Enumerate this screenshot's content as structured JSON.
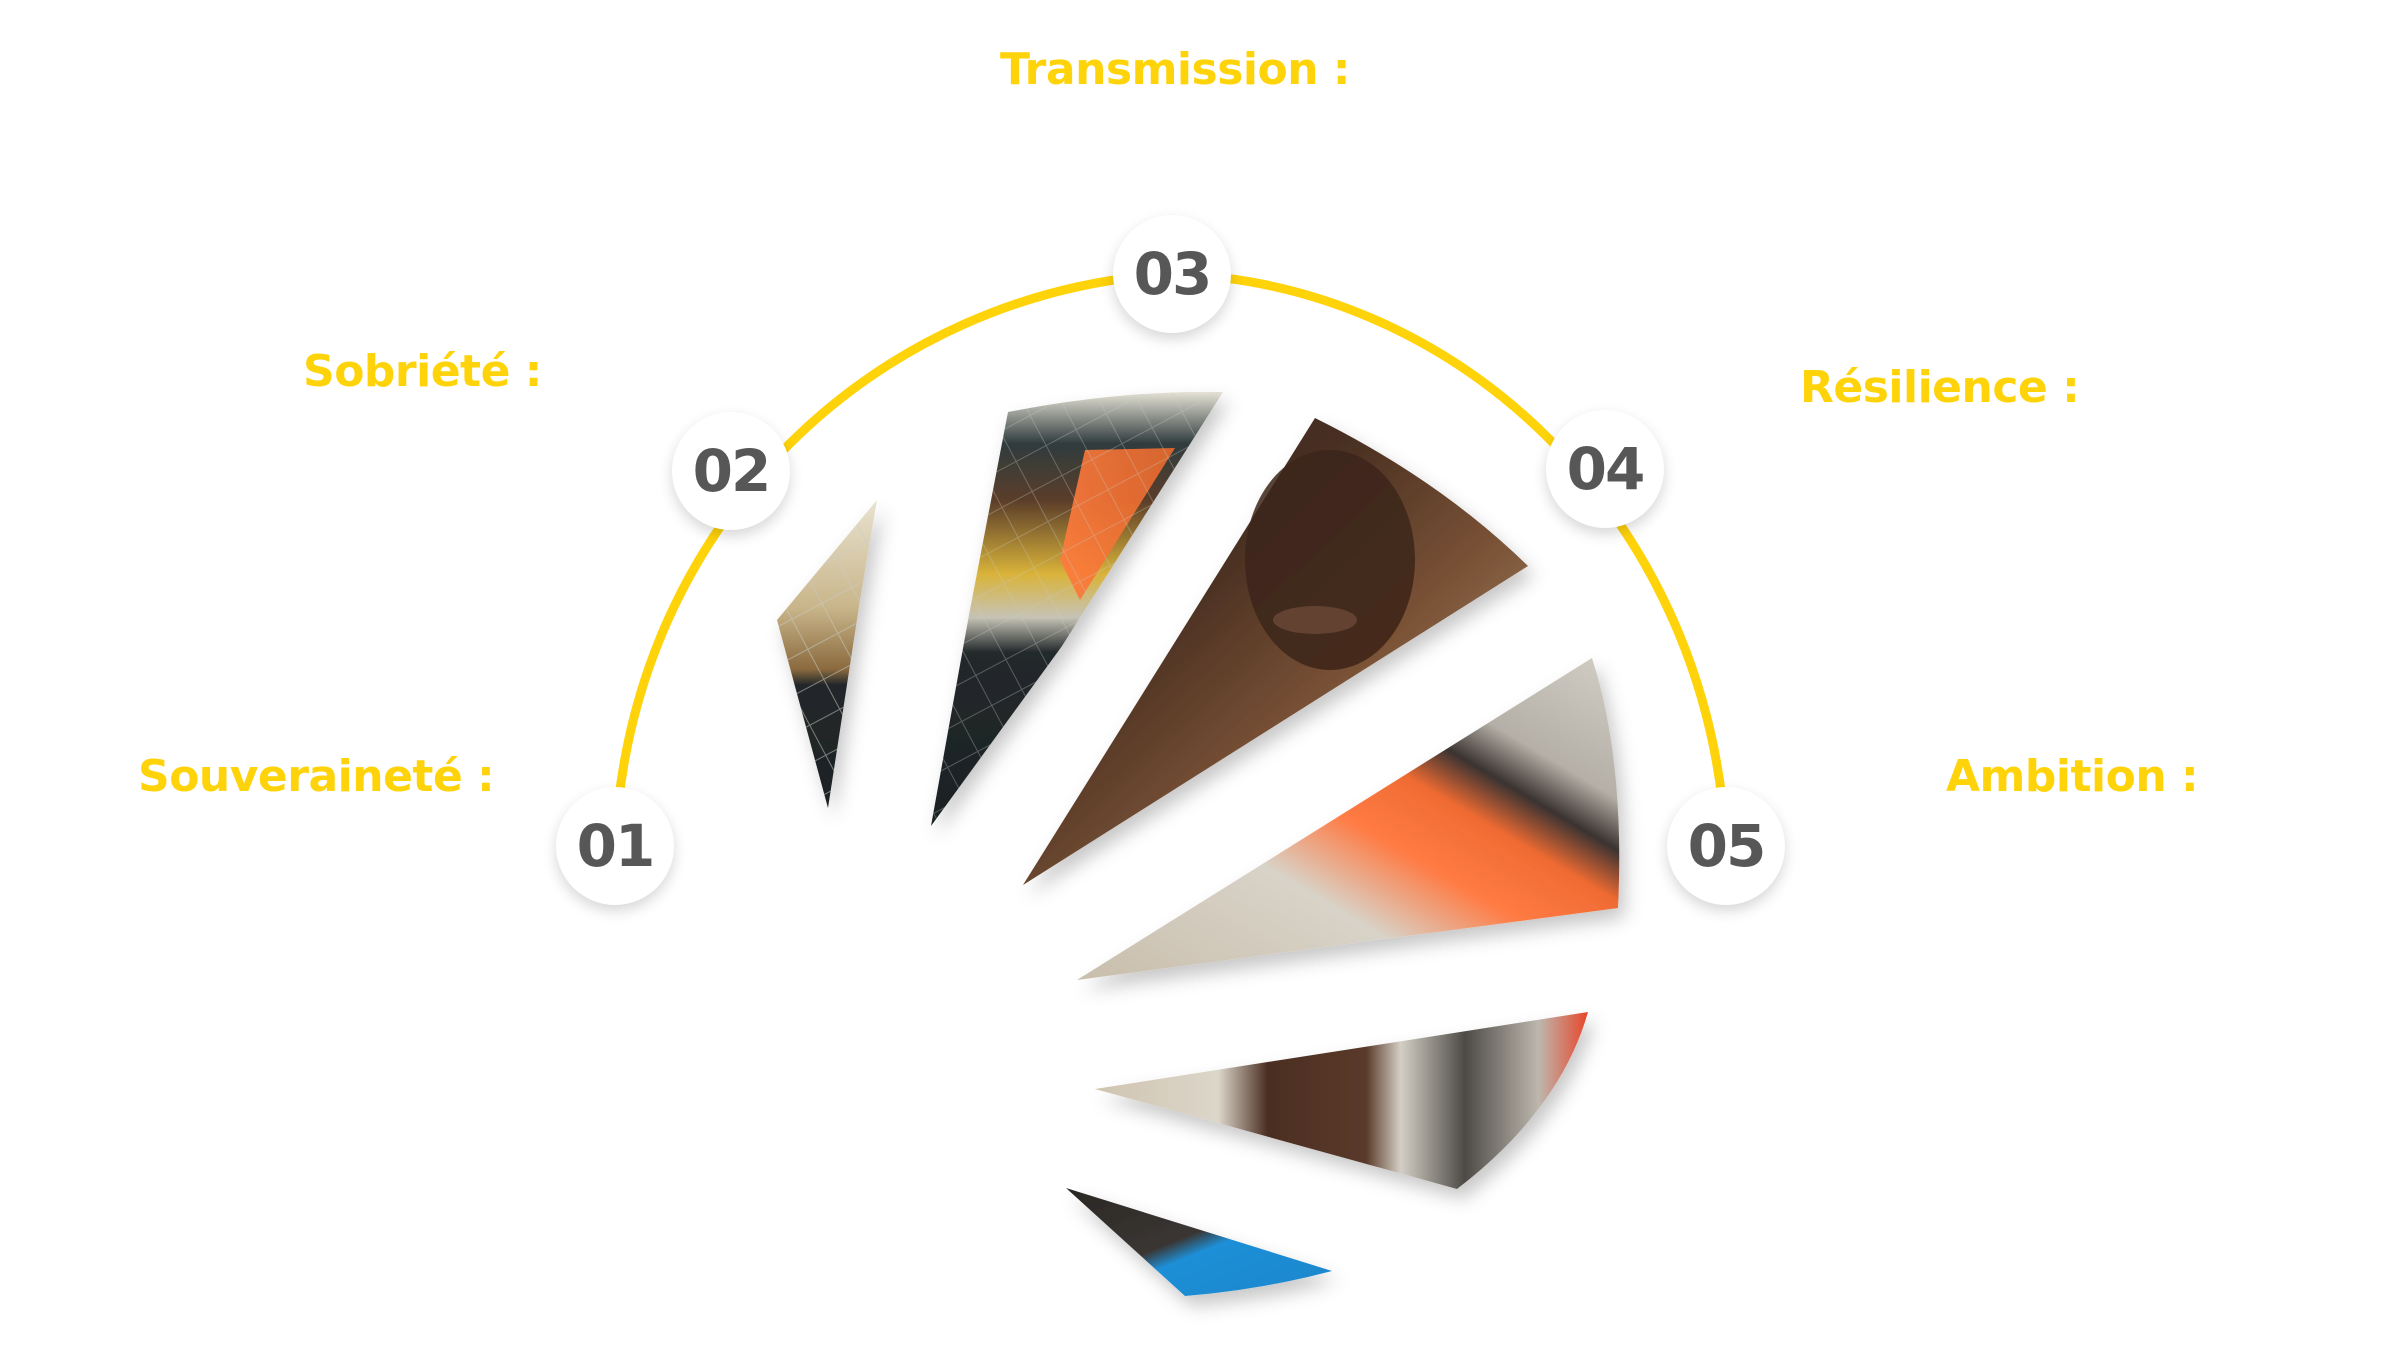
{
  "colors": {
    "accent": "#FFD30A",
    "number": "#575757",
    "circle_bg": "#FFFFFF",
    "background": "#FFFFFF"
  },
  "labels": [
    {
      "id": "souverainete",
      "text": "Souveraineté :"
    },
    {
      "id": "sobriete",
      "text": "Sobriété :"
    },
    {
      "id": "transmission",
      "text": "Transmission :"
    },
    {
      "id": "resilience",
      "text": "Résilience :"
    },
    {
      "id": "ambition",
      "text": "Ambition :"
    }
  ],
  "steps": [
    {
      "number": "01",
      "label": "Souveraineté :"
    },
    {
      "number": "02",
      "label": "Sobriété :"
    },
    {
      "number": "03",
      "label": "Transmission :"
    },
    {
      "number": "04",
      "label": "Résilience :"
    },
    {
      "number": "05",
      "label": "Ambition :"
    }
  ],
  "photo_slices": [
    {
      "name": "slice-workers-solar-left",
      "subject": "workers handling solar panel"
    },
    {
      "name": "slice-workers-solar-right",
      "subject": "worker in cap and orange vest over solar panel"
    },
    {
      "name": "slice-portrait-face",
      "subject": "smiling man portrait"
    },
    {
      "name": "slice-orange-vest",
      "subject": "orange safety vest on grey t-shirt"
    },
    {
      "name": "slice-arm",
      "subject": "arm and grey t-shirt sleeve"
    },
    {
      "name": "slice-blue-vest",
      "subject": "blue mesh vest detail"
    }
  ]
}
